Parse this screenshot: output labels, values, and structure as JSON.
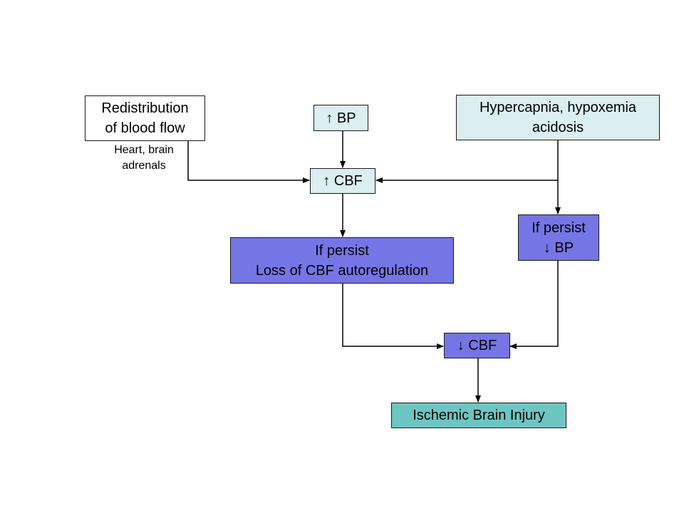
{
  "colors": {
    "pale_box": "#dbeef0",
    "white_box": "#ffffff",
    "purple_box": "#7575e6",
    "teal_box": "#6ec6c2",
    "line": "#000000"
  },
  "nodes": {
    "redistribution": {
      "lines": [
        "Redistribution",
        "of blood flow"
      ]
    },
    "redistribution_note": {
      "lines": [
        "Heart, brain",
        "adrenals"
      ]
    },
    "bp_up": {
      "text": "↑ BP"
    },
    "hypercapnia": {
      "lines": [
        "Hypercapnia, hypoxemia",
        "acidosis"
      ]
    },
    "cbf_up": {
      "text": "↑ CBF"
    },
    "persist_loss": {
      "lines": [
        "If persist",
        "Loss of CBF autoregulation"
      ]
    },
    "persist_bp_down": {
      "lines": [
        "If persist",
        "↓ BP"
      ]
    },
    "cbf_down": {
      "text": "↓ CBF"
    },
    "ischemic": {
      "text": "Ischemic Brain Injury"
    }
  }
}
